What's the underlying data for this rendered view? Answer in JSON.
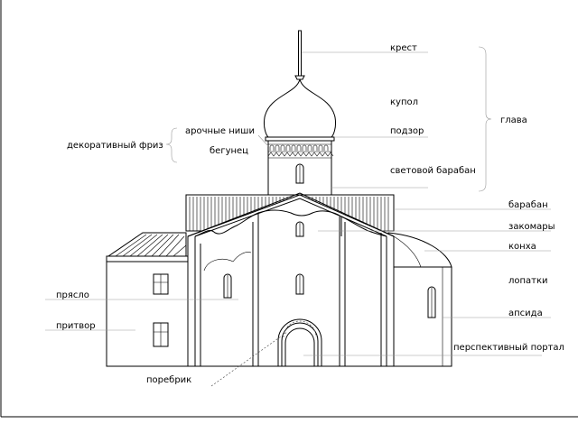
{
  "labels": {
    "krest": "крест",
    "kupol": "купол",
    "podzor": "подзор",
    "svetovoy_baraban": "световой барабан",
    "glava": "глава",
    "arochnye_nishi": "арочные ниши",
    "begunets": "бегунец",
    "dekorativny_friz": "декоративный фриз",
    "baraban": "барабан",
    "zakomary": "закомары",
    "konha": "конха",
    "lopatki": "лопатки",
    "apsida": "апсида",
    "perspektivny_portal": "перспективный портал",
    "pryaslo": "прясло",
    "pritvor": "притвор",
    "porebrik": "поребрик"
  }
}
